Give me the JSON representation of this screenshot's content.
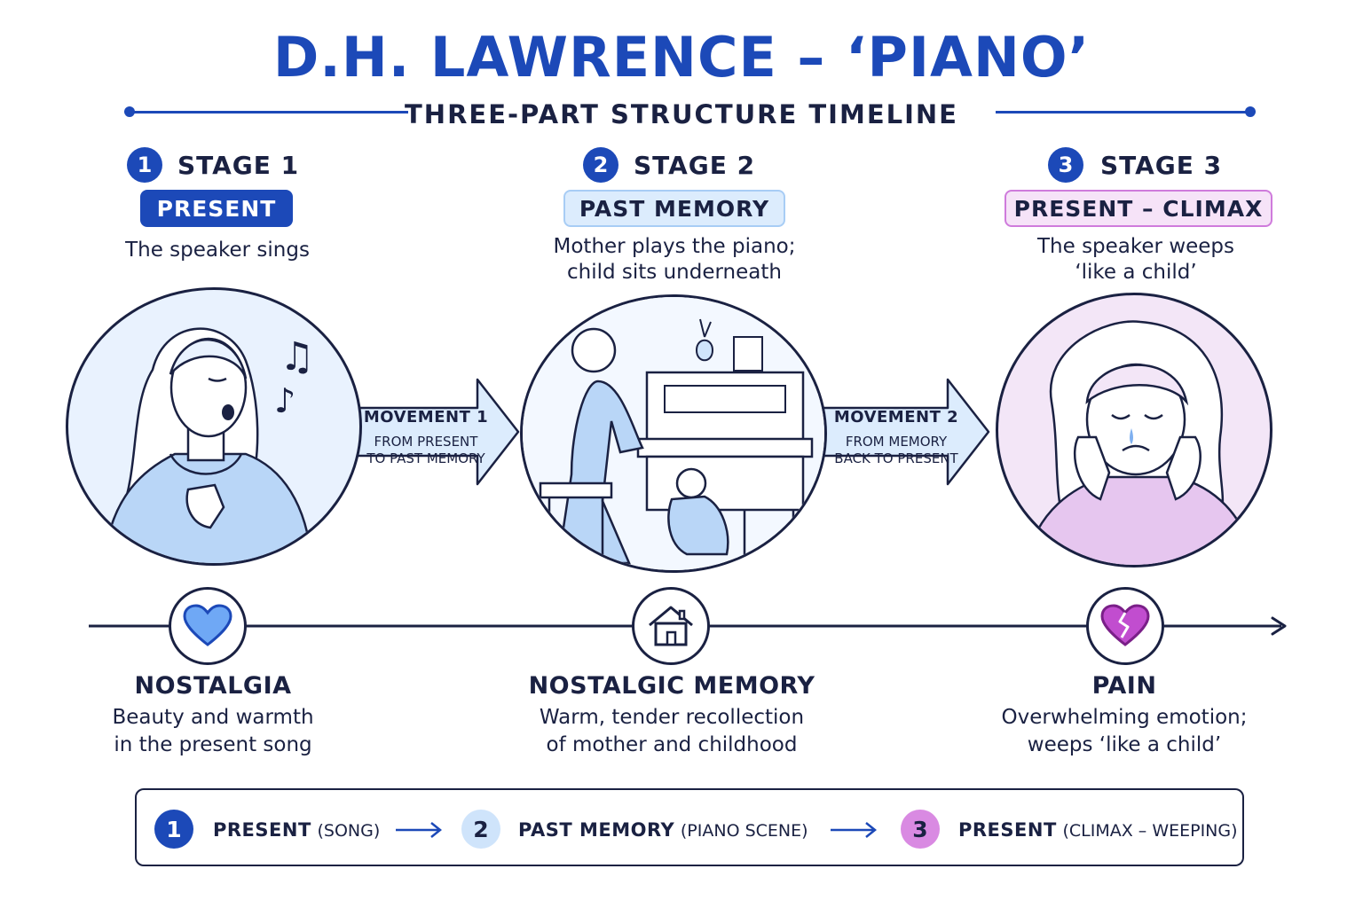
{
  "title": "D.H. LAWRENCE – ‘PIANO’",
  "subtitle": "THREE-PART STRUCTURE TIMELINE",
  "stages": [
    {
      "num": "1",
      "label": "STAGE 1",
      "pill": "PRESENT",
      "desc1": "The speaker sings",
      "desc2": "",
      "illustration": "woman-singing-icon"
    },
    {
      "num": "2",
      "label": "STAGE 2",
      "pill": "PAST MEMORY",
      "desc1": "Mother plays the piano;",
      "desc2": "child sits underneath",
      "illustration": "mother-at-piano-icon"
    },
    {
      "num": "3",
      "label": "STAGE 3",
      "pill": "PRESENT – CLIMAX",
      "desc1": "The speaker weeps",
      "desc2": "‘like a child’",
      "illustration": "woman-weeping-icon"
    }
  ],
  "movements": [
    {
      "title": "MOVEMENT 1",
      "line1": "FROM PRESENT",
      "line2": "TO PAST MEMORY"
    },
    {
      "title": "MOVEMENT 2",
      "line1": "FROM MEMORY",
      "line2": "BACK TO PRESENT"
    }
  ],
  "emotions": [
    {
      "icon": "heart-icon",
      "title": "NOSTALGIA",
      "line1": "Beauty and warmth",
      "line2": "in the present song"
    },
    {
      "icon": "house-icon",
      "title": "NOSTALGIC MEMORY",
      "line1": "Warm, tender recollection",
      "line2": "of mother and childhood"
    },
    {
      "icon": "broken-heart-icon",
      "title": "PAIN",
      "line1": "Overwhelming emotion;",
      "line2": "weeps ‘like a child’"
    }
  ],
  "summary": [
    {
      "num": "1",
      "bold": "PRESENT",
      "note": "(SONG)"
    },
    {
      "num": "2",
      "bold": "PAST MEMORY",
      "note": "(PIANO SCENE)"
    },
    {
      "num": "3",
      "bold": "PRESENT",
      "note": "(CLIMAX – WEEPING)"
    }
  ],
  "colors": {
    "primary_blue": "#1c49b8",
    "navy": "#1a2142",
    "light_blue": "#dcecfd",
    "pink": "#f6e3f8",
    "magenta": "#d98ae2"
  }
}
